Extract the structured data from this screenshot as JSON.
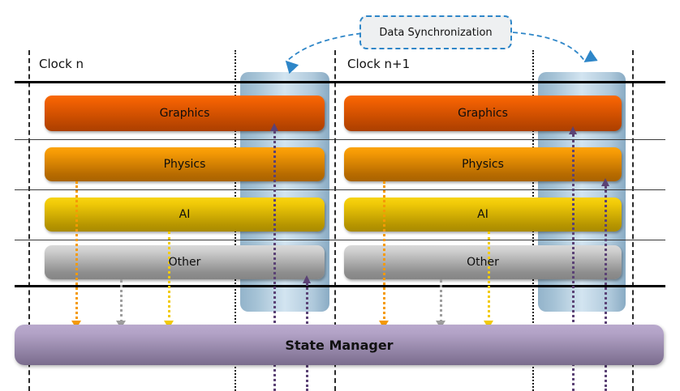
{
  "diagram": {
    "title_labels": {
      "clock_n": "Clock n",
      "clock_n1": "Clock n+1",
      "sync": "Data Synchronization",
      "state_manager": "State Manager"
    },
    "tasks": [
      {
        "name": "Graphics",
        "color": "#ef5f02",
        "row": 0
      },
      {
        "name": "Physics",
        "color": "#f59a05",
        "row": 1
      },
      {
        "name": "AI",
        "color": "#f2cb08",
        "row": 2
      },
      {
        "name": "Other",
        "color": "#cfcfcf",
        "row": 3
      }
    ],
    "cycles": [
      {
        "label": "Clock n",
        "bars": [
          "Graphics",
          "Physics",
          "AI",
          "Other"
        ]
      },
      {
        "label": "Clock n+1",
        "bars": [
          "Graphics",
          "Physics",
          "AI",
          "Other"
        ]
      }
    ],
    "colors": {
      "graphics": "#ef5f02",
      "physics": "#f59a05",
      "ai": "#f2cb08",
      "other": "#a8a8a8",
      "state_manager": "#a095b8",
      "sync_column": "#9dbdd2",
      "sync_border": "#2e86c8",
      "arrow_up": "#5b4275"
    },
    "flows_down": [
      {
        "source": "Physics",
        "color": "#f59a05"
      },
      {
        "source": "Other",
        "color": "#9e9e9e"
      },
      {
        "source": "AI",
        "color": "#f2cb08"
      },
      {
        "source": "Physics",
        "color": "#f59a05"
      },
      {
        "source": "Other",
        "color": "#9e9e9e"
      },
      {
        "source": "AI",
        "color": "#f2cb08"
      }
    ],
    "flows_up": [
      {
        "target": "Graphics",
        "color": "#5b4275"
      },
      {
        "target": "Other",
        "color": "#5b4275"
      },
      {
        "target": "Graphics",
        "color": "#5b4275"
      },
      {
        "target": "Physics",
        "color": "#5b4275"
      }
    ]
  }
}
